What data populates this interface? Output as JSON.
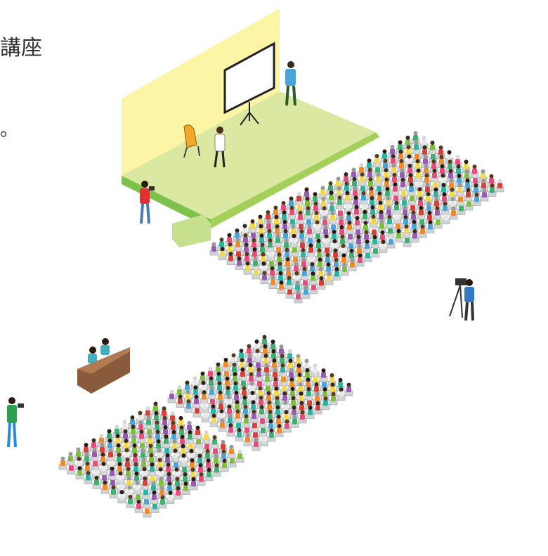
{
  "text": {
    "title_fragment": "講座",
    "punctuation_fragment": "。"
  },
  "colors": {
    "stage_wall": "#fdf5a6",
    "stage_floor": "#dbe8a2",
    "stage_front": "#7dc24a",
    "stage_side": "#a3cf5b",
    "desk": "#8a5a3c",
    "chair": "#cfd3d6"
  },
  "icons": [
    "projection-screen-icon",
    "armchair-icon",
    "video-camera-icon",
    "camera-icon"
  ],
  "seat_rows": 12,
  "seat_cols": 13
}
